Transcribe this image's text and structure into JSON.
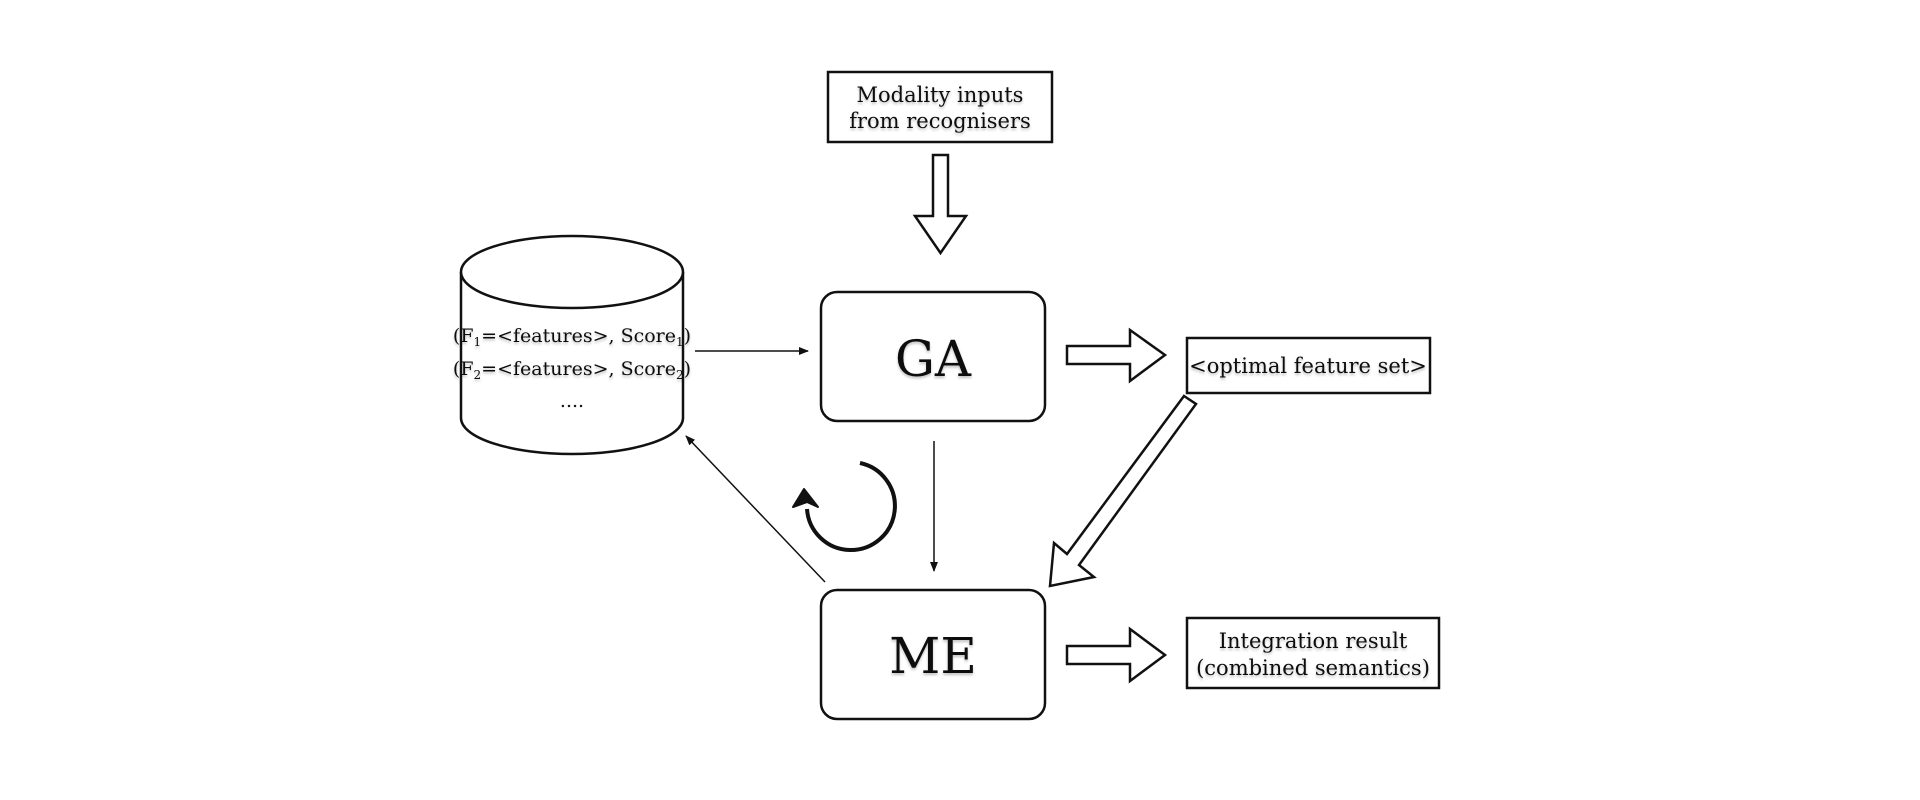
{
  "inputs_box": {
    "line1": "Modality inputs",
    "line2": "from recognisers"
  },
  "ga_box": {
    "label": "GA"
  },
  "me_box": {
    "label": "ME"
  },
  "optimal_box": {
    "label": "<optimal feature set>"
  },
  "result_box": {
    "line1": "Integration result",
    "line2": "(combined semantics)"
  },
  "database": {
    "row1": {
      "main": "(F",
      "sub": "1",
      "mid": "=<features>, Score",
      "sub2": "1",
      "end": ")"
    },
    "row2": {
      "main": "(F",
      "sub": "2",
      "mid": "=<features>, Score",
      "sub2": "2",
      "end": ")"
    },
    "ellipsis": "...."
  },
  "colors": {
    "stroke": "#111111",
    "background": "#ffffff",
    "text": "#111111"
  }
}
